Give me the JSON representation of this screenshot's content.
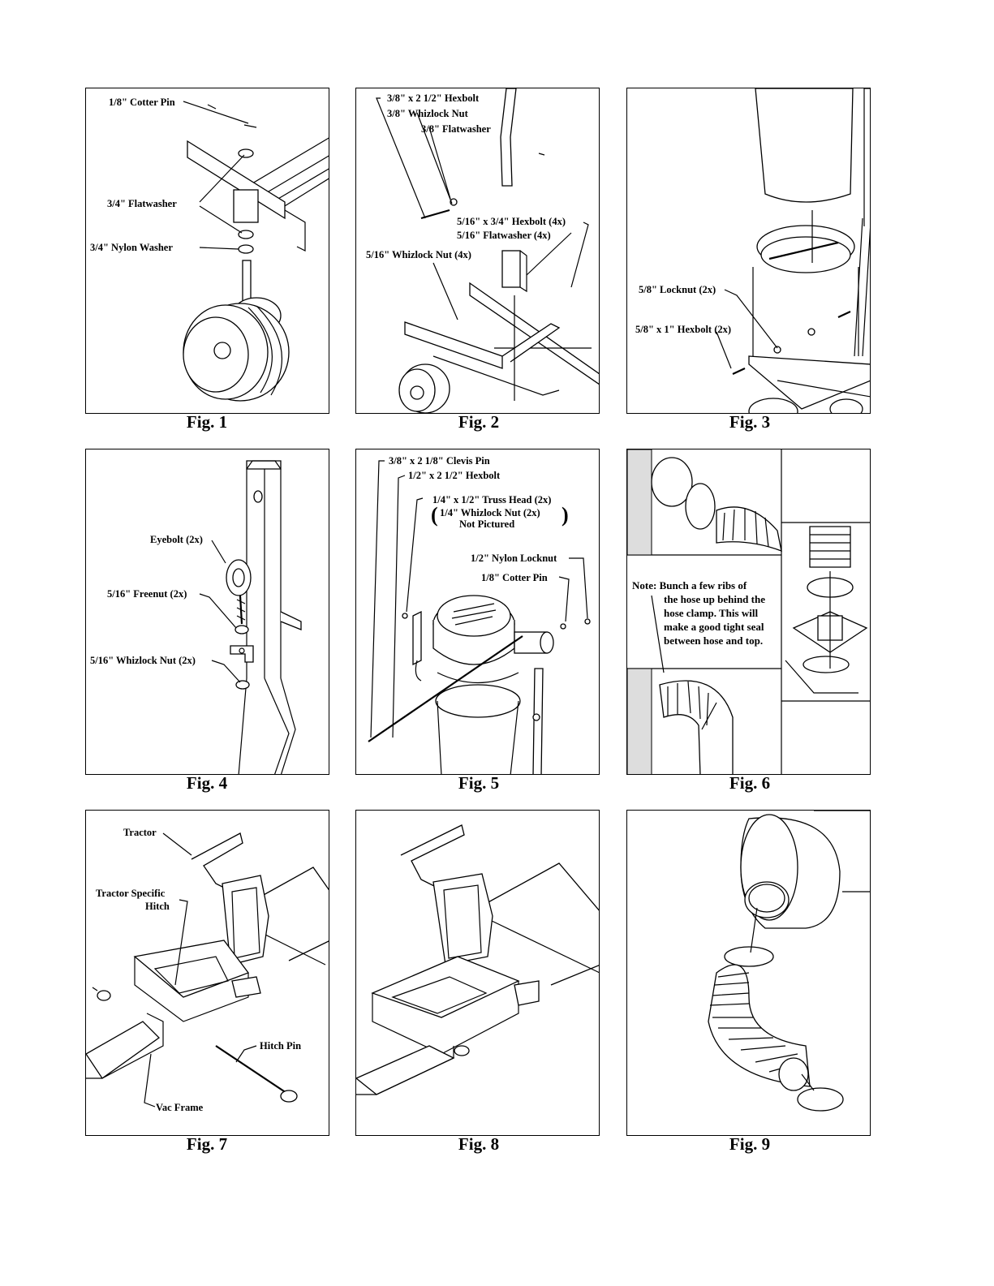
{
  "figures": [
    {
      "caption": "Fig. 1",
      "labels": [
        "1/8\" Cotter Pin",
        "3/4\" Flatwasher",
        "3/4\" Nylon Washer"
      ]
    },
    {
      "caption": "Fig. 2",
      "labels": [
        "3/8\" x 2 1/2\" Hexbolt",
        "3/8\" Whizlock Nut",
        "3/8\" Flatwasher",
        "5/16\" x 3/4\" Hexbolt (4x)",
        "5/16\" Flatwasher (4x)",
        "5/16\" Whizlock Nut (4x)"
      ]
    },
    {
      "caption": "Fig. 3",
      "labels": [
        "5/8\" Locknut (2x)",
        "5/8\" x 1\" Hexbolt (2x)"
      ]
    },
    {
      "caption": "Fig. 4",
      "labels": [
        "Eyebolt (2x)",
        "5/16\" Freenut (2x)",
        "5/16\" Whizlock Nut (2x)"
      ]
    },
    {
      "caption": "Fig. 5",
      "labels": [
        "3/8\" x 2 1/8\" Clevis Pin",
        "1/2\" x 2 1/2\" Hexbolt",
        "1/4\" x 1/2\" Truss Head (2x)",
        "1/4\"  Whizlock Nut (2x)",
        "Not Pictured",
        "1/2\" Nylon Locknut",
        "1/8\" Cotter Pin"
      ]
    },
    {
      "caption": "Fig. 6",
      "note": [
        "Note: Bunch a few ribs of",
        "the hose up behind the",
        "hose clamp. This will",
        "make a good tight seal",
        "between hose and top."
      ]
    },
    {
      "caption": "Fig. 7",
      "labels": [
        "Tractor",
        "Tractor Specific",
        "Hitch",
        "Hitch Pin",
        "Vac Frame"
      ]
    },
    {
      "caption": "Fig. 8",
      "labels": []
    },
    {
      "caption": "Fig. 9",
      "labels": []
    }
  ]
}
